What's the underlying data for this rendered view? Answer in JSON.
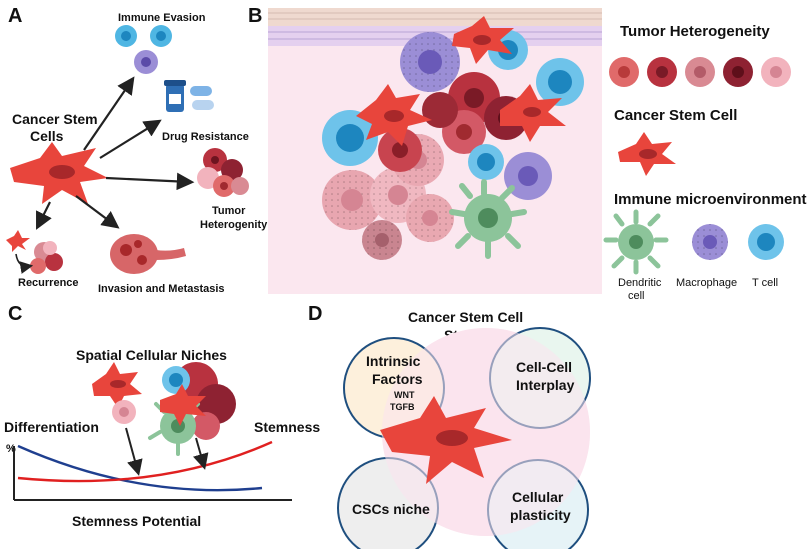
{
  "colors": {
    "csc_red": "#e8453c",
    "tumor_1": "#e06a6a",
    "tumor_2": "#b8323f",
    "tumor_3": "#d98a93",
    "tumor_4": "#8e2232",
    "tumor_5": "#f2b3bd",
    "dendritic": "#8cc49a",
    "macrophage": "#9b8ed6",
    "tcell": "#4fb6e3",
    "blue_curve": "#1f3f8f",
    "red_curve": "#e02020",
    "circle_top_left": "#fdf0dc",
    "circle_top_right": "#e9f6ef",
    "circle_bottom_left": "#eeeeee",
    "circle_bottom_right": "#e6f3f7",
    "center_circle": "#fbe4ee"
  },
  "panel_a": {
    "letter": "A",
    "center_label_1": "Cancer Stem",
    "center_label_2": "Cells",
    "immune_evasion": "Immune Evasion",
    "drug_resistance": "Drug Resistance",
    "tumor_het_1": "Tumor",
    "tumor_het_2": "Heterogenity",
    "recurrence": "Recurrence",
    "invasion": "Invasion and Metastasis"
  },
  "panel_b": {
    "letter": "B",
    "legend_tumor_title": "Tumor Heterogeneity",
    "legend_csc_title": "Cancer Stem Cell",
    "legend_immune_title": "Immune microenvironment",
    "dendritic_1": "Dendritic",
    "dendritic_2": "cell",
    "macrophage": "Macrophage",
    "tcell": "T cell"
  },
  "panel_c": {
    "letter": "C",
    "title": "Spatial Cellular Niches",
    "differentiation": "Differentiation",
    "stemness": "Stemness",
    "y_axis": "%",
    "x_axis": "Stemness Potential"
  },
  "panel_d": {
    "letter": "D",
    "title_1": "Cancer Stem Cell",
    "title_2": "States",
    "intrinsic_1": "Intrinsic",
    "intrinsic_2": "Factors",
    "wnt": "WNT",
    "tgfb": "TGFB",
    "cellcell_1": "Cell-Cell",
    "cellcell_2": "Interplay",
    "niche": "CSCs niche",
    "plasticity_1": "Cellular",
    "plasticity_2": "plasticity"
  }
}
